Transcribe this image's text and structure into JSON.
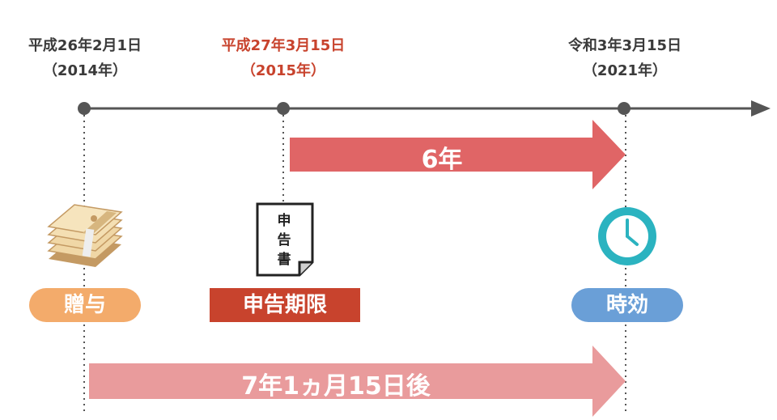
{
  "dates": [
    {
      "line1": "平成26年2月1日",
      "line2": "（2014年）"
    },
    {
      "line1": "平成27年3月15日",
      "line2": "（2015年）"
    },
    {
      "line1": "令和3年3月15日",
      "line2": "（2021年）"
    }
  ],
  "arrows": {
    "short_label": "6年",
    "long_label": "7年1ヵ月15日後"
  },
  "pills": {
    "gift": "贈与",
    "deadline": "申告期限",
    "limitation": "時効"
  },
  "document": {
    "chars": [
      "申",
      "告",
      "書"
    ]
  },
  "colors": {
    "accent_red": "#c8432d",
    "arrow_red": "#e06566",
    "arrow_pink": "#e99b9c",
    "gift_orange": "#f3ab6b",
    "limit_blue": "#6a9fd7",
    "clock_teal": "#2bb3c0"
  }
}
